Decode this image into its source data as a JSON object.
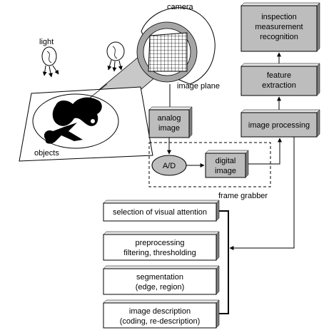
{
  "labels": {
    "camera": "camera",
    "light": "light",
    "image_plane": "image plane",
    "objects": "objects",
    "frame_grabber": "frame grabber"
  },
  "boxes": {
    "inspection": [
      "inspection",
      "measurement",
      "recognition"
    ],
    "feature_extraction": [
      "feature",
      "extraction"
    ],
    "image_processing": [
      "image processing"
    ],
    "analog_image": [
      "analog",
      "image"
    ],
    "ad": [
      "A/D"
    ],
    "digital_image": [
      "digital",
      "image"
    ],
    "selection": [
      "selection of visual attention"
    ],
    "preprocessing": [
      "preprocessing",
      "filtering, thresholding"
    ],
    "segmentation": [
      "segmentation",
      "(edge, region)"
    ],
    "description": [
      "image description",
      "(coding, re-description)"
    ]
  },
  "colors": {
    "box_fill": "#bdbdbd",
    "box_dark": "#808080",
    "box_light": "#e6e6e6",
    "ring": "#a6a6a6",
    "beam": "#c8c8c8"
  }
}
